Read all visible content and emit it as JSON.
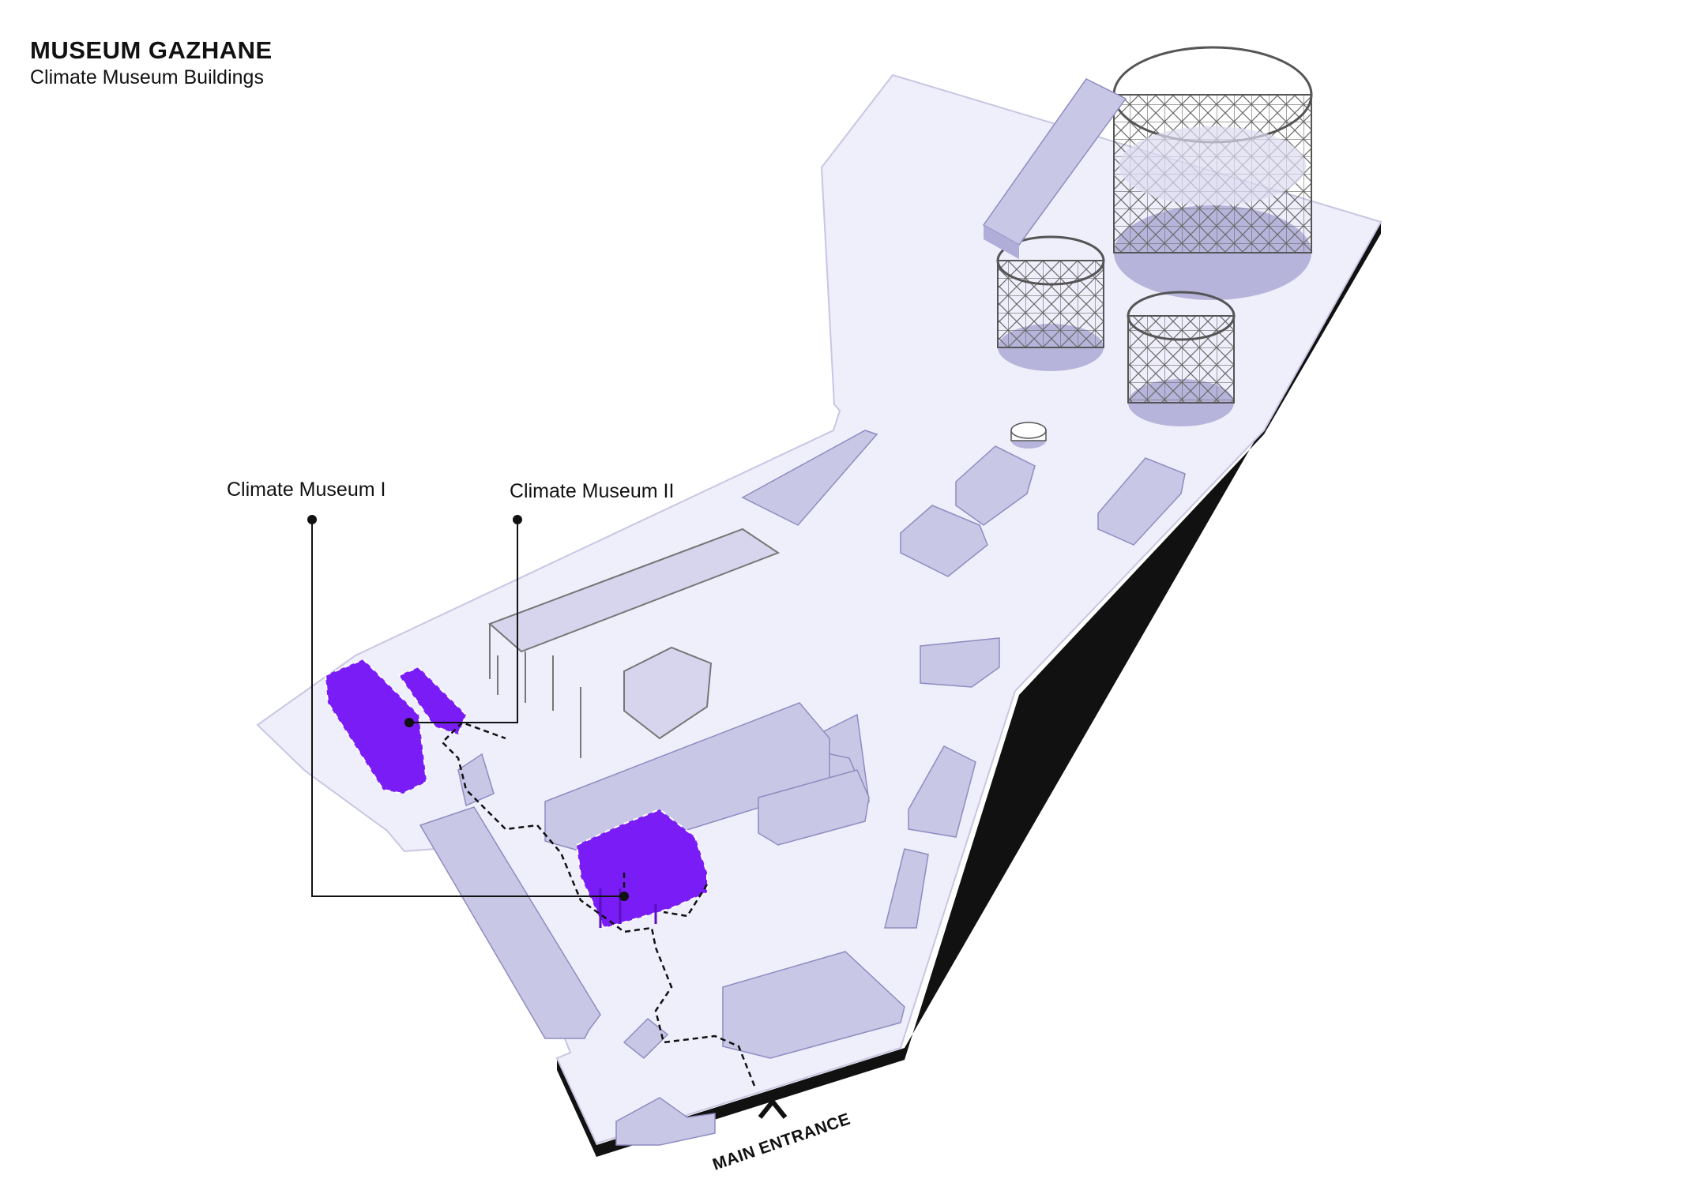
{
  "header": {
    "title": "MUSEUM GAZHANE",
    "subtitle": "Climate Museum Buildings"
  },
  "labels": {
    "museum_one": "Climate Museum I",
    "museum_two": "Climate Museum II",
    "entrance": "MAIN ENTRANCE"
  },
  "colors": {
    "site": "#efeefb",
    "building_top": "#c9c7e6",
    "building_side": "#b0aed8",
    "museum": "#7a1cf5",
    "museum_dark": "#5a10c0",
    "lattice": "#555555",
    "path": "#111111"
  }
}
